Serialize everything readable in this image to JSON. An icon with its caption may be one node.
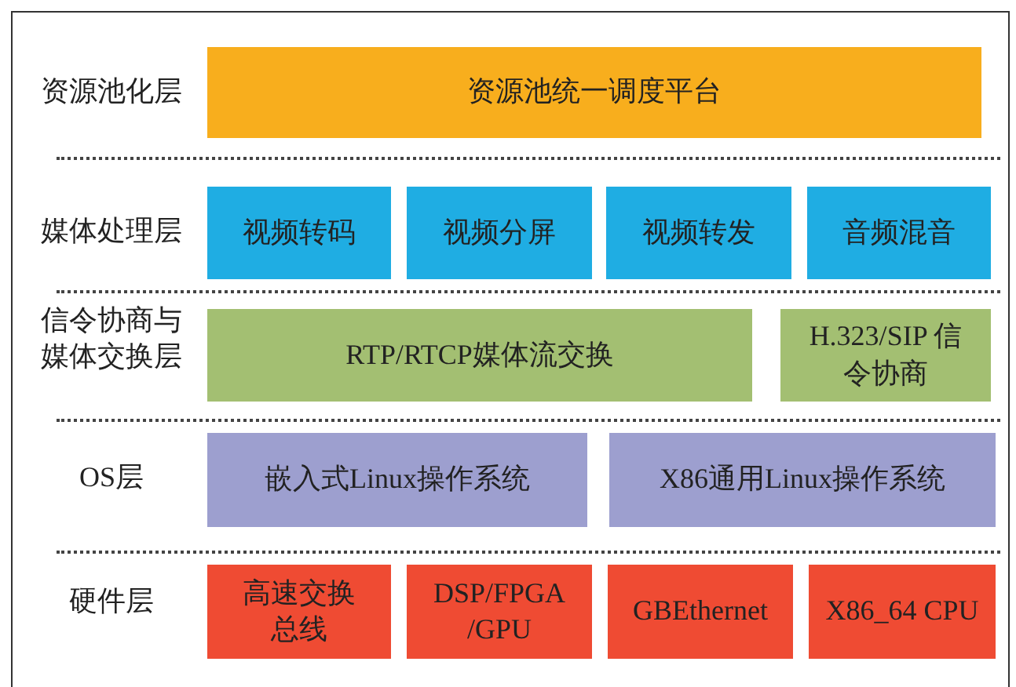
{
  "diagram": {
    "nodes": [
      {
        "text": [
          "资源池统一调度平台"
        ]
      },
      {
        "text": [
          "视频转码"
        ]
      },
      {
        "text": [
          "视频分屏"
        ]
      },
      {
        "text": [
          "视频转发"
        ]
      },
      {
        "text": [
          "音频混音"
        ]
      },
      {
        "text": [
          "RTP/RTCP媒体流交换"
        ]
      },
      {
        "text": [
          "H.323/SIP 信令协商"
        ]
      },
      {
        "text": [
          "嵌入式Linux操作系统"
        ]
      },
      {
        "text": [
          "X86通用Linux操作系统"
        ]
      },
      {
        "text": [
          "高速交换总线"
        ]
      },
      {
        "text": [
          "DSP/FPGA /GPU"
        ]
      },
      {
        "text": [
          "GBEthernet"
        ]
      },
      {
        "text": [
          "X86_64 CPU"
        ]
      }
    ],
    "labels": [
      "资源池化层",
      "媒体处理层",
      "信令协商与媒体交换层",
      "OS层",
      "硬件层"
    ]
  }
}
